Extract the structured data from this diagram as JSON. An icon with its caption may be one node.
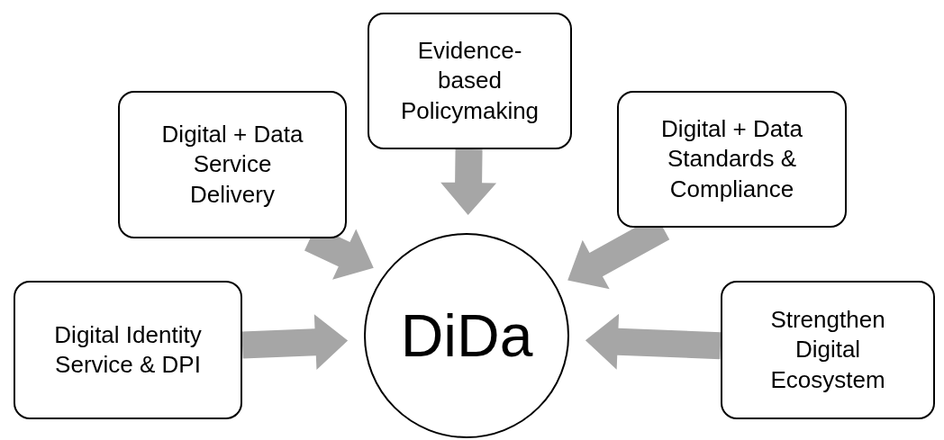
{
  "diagram": {
    "nodes": [
      {
        "text": [
          "Digital + Data Service Delivery"
        ]
      },
      {
        "text": [
          "Evidence-based Policymaking"
        ]
      },
      {
        "text": [
          "Digital + Data Standards & Compliance"
        ]
      },
      {
        "text": [
          "Digital Identity Service & DPI"
        ]
      },
      {
        "text": [
          "DiDa"
        ]
      },
      {
        "text": [
          "Strengthen Digital Ecosystem"
        ]
      }
    ],
    "edges": [
      {
        "from": 0,
        "to": 4,
        "arrow": "to"
      },
      {
        "from": 1,
        "to": 4,
        "arrow": "to"
      },
      {
        "from": 2,
        "to": 4,
        "arrow": "to"
      },
      {
        "from": 3,
        "to": 4,
        "arrow": "to"
      },
      {
        "from": 5,
        "to": 4,
        "arrow": "to"
      }
    ]
  }
}
